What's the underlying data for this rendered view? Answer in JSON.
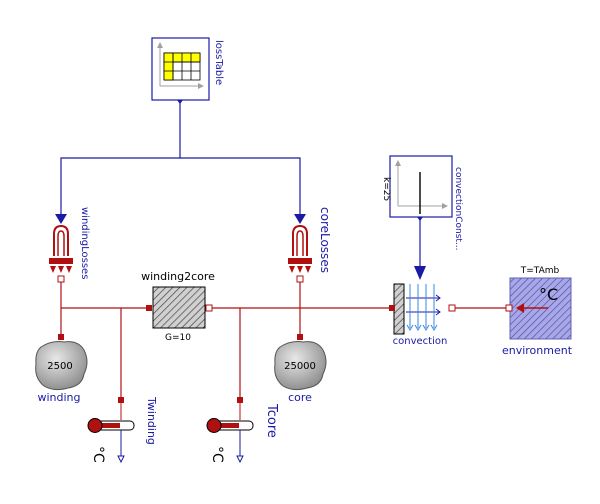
{
  "blocks": {
    "lossTable": {
      "label": "lossTable"
    },
    "windingLosses": {
      "label": "windingLosses"
    },
    "coreLosses": {
      "label": "coreLosses"
    },
    "winding2core": {
      "label": "winding2core",
      "param": "G=10"
    },
    "winding": {
      "label": "winding",
      "value": "2500"
    },
    "core": {
      "label": "core",
      "value": "25000"
    },
    "Twinding": {
      "label": "Twinding",
      "unit": "°C"
    },
    "Tcore": {
      "label": "Tcore",
      "unit": "°C"
    },
    "convectionConstant": {
      "label": "convectionConst...",
      "param": "k=25"
    },
    "convection": {
      "label": "convection"
    },
    "environment": {
      "label": "environment",
      "param": "T=TAmb",
      "unit": "°C"
    }
  },
  "colors": {
    "thermal": "#b01010",
    "signal": "#1a1aa6",
    "table_header": "#ffff00",
    "environment_fill": "#a0a0e0"
  }
}
